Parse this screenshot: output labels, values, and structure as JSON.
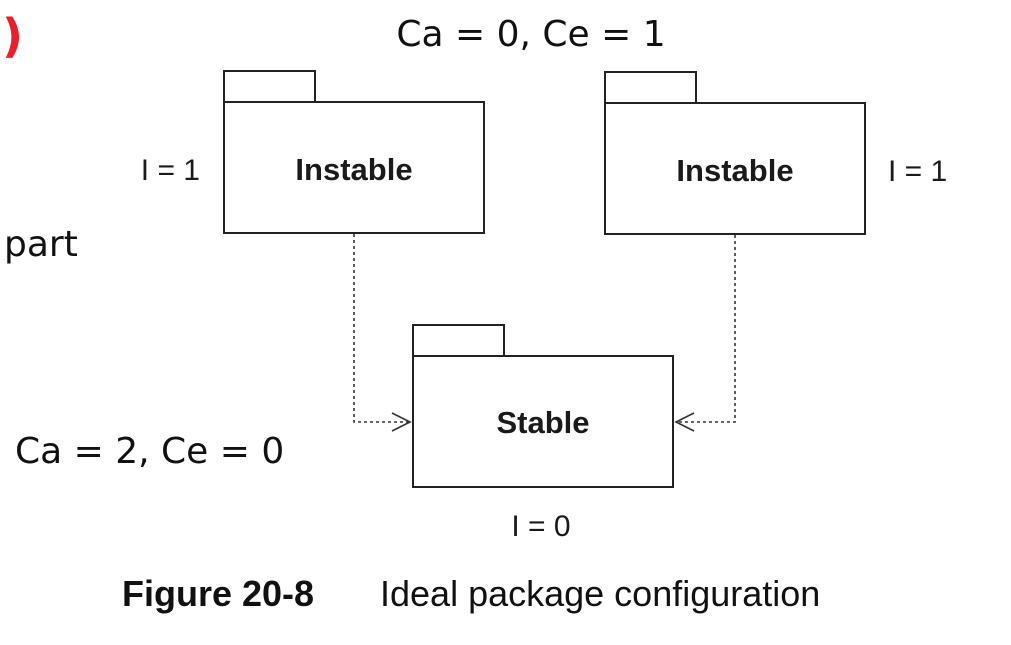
{
  "top_metric": "Ca = 0, Ce = 1",
  "bottom_metric": "Ca = 2, Ce = 0",
  "margin_text": "part",
  "red_mark": ")",
  "red_color": "#e8202a",
  "packages": {
    "left": {
      "name": "Instable",
      "instability_label": "I = 1"
    },
    "right": {
      "name": "Instable",
      "instability_label": "I = 1"
    },
    "stable": {
      "name": "Stable",
      "instability_label": "I = 0"
    }
  },
  "dependencies": [
    {
      "from": "left",
      "to": "stable",
      "style": "dashed-open-arrow"
    },
    {
      "from": "right",
      "to": "stable",
      "style": "dashed-open-arrow"
    }
  ],
  "caption": {
    "number": "Figure 20-8",
    "title": "Ideal package configuration"
  }
}
